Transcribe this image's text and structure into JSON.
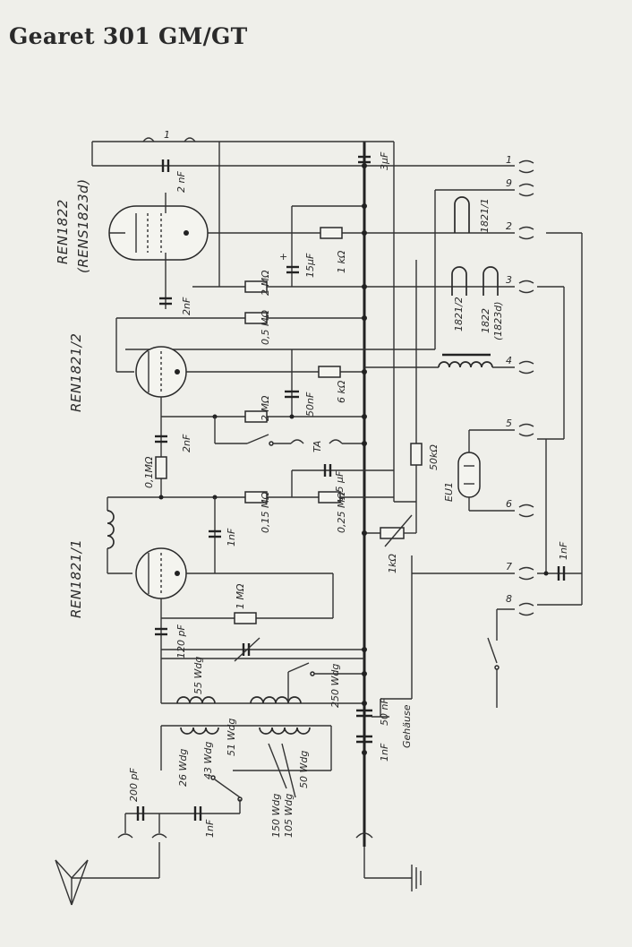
{
  "title": "Gearet 301 GM/GT",
  "tubes": [
    {
      "name": "REN1822",
      "alt": "(RENS1823d)"
    },
    {
      "name": "REN1821/2"
    },
    {
      "name": "REN1821/1"
    }
  ],
  "components": {
    "c_2nF_top": "2 nF",
    "c_3uF": "3μF",
    "c_15uF": "15μF",
    "r_1k": "1 kΩ",
    "r_2M_a": "2 MΩ",
    "c_2nF_mid": "2nF",
    "r_05M": "0,5 MΩ",
    "c_50nF_a": "50nF",
    "r_6k": "6 kΩ",
    "r_2M_b": "2 MΩ",
    "c_2nF_b": "2nF",
    "ta": "TA",
    "r_01M": "0,1MΩ",
    "c_05uF": "0,5 μF",
    "r_015M": "0,15 MΩ",
    "c_1nF_a": "1nF",
    "r_025M": "0,25 MΩ",
    "r_1M": "1 MΩ",
    "r_50k": "50kΩ",
    "eu1": "EU1",
    "r_1k_pot": "1kΩ",
    "c_1nF_b": "1nF",
    "c_120pF": "120 pF",
    "coil_55": "55 Wdg",
    "coil_250": "250 Wdg",
    "c_50nF_b": "50 nF",
    "c_1nF_c": "1nF",
    "gehaeuse": "Gehäuse",
    "coil_26": "26 Wdg",
    "coil_43": "43 Wdg",
    "coil_51": "51 Wdg",
    "coil_50": "50 Wdg",
    "coil_150": "150 Wdg",
    "coil_105": "105 Wdg",
    "c_200pF": "200 pF",
    "c_1nF_d": "1nF",
    "plus": "+",
    "fil_18211": "1821/1",
    "fil_18212": "1821/2",
    "fil_1822": "1822",
    "fil_1823d": "(1823d)"
  },
  "pins": [
    "1",
    "9",
    "2",
    "3",
    "4",
    "5",
    "6",
    "7",
    "8"
  ]
}
